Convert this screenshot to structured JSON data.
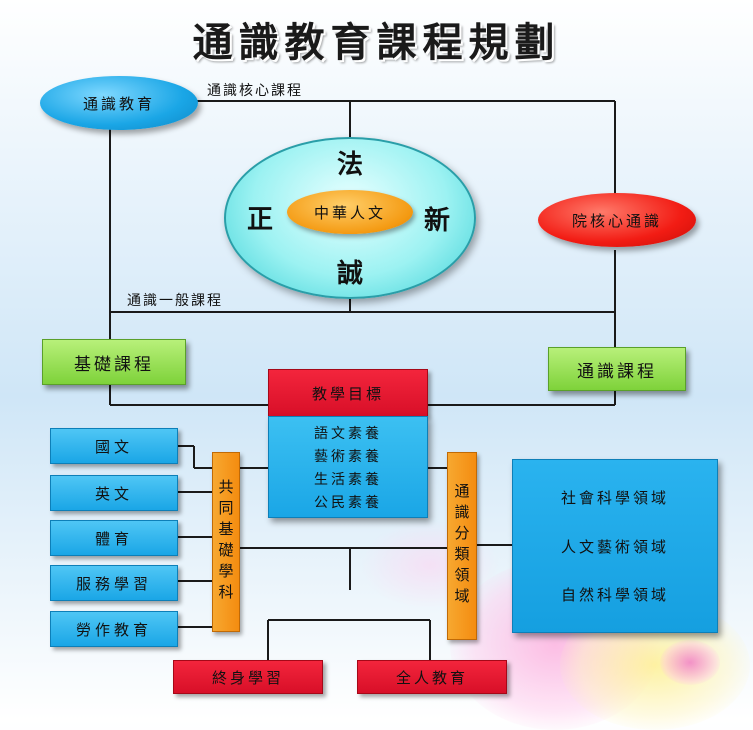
{
  "title": "通識教育課程規劃",
  "labels": {
    "core_courses": "通識核心課程",
    "general_courses": "通識一般課程"
  },
  "general_education": "通識教育",
  "college_core": "院核心通識",
  "circle": {
    "center": "中華人文",
    "top": "法",
    "left": "正",
    "right": "新",
    "bottom": "誠"
  },
  "foundation_course": "基礎課程",
  "ge_course": "通識課程",
  "teaching_goals": {
    "title": "教學目標",
    "items": [
      "語文素養",
      "藝術素養",
      "生活素養",
      "公民素養"
    ]
  },
  "common_subjects": [
    "國文",
    "英文",
    "體育",
    "服務學習",
    "勞作教育"
  ],
  "common_foundation_label": "共同基礎學科",
  "ge_category_label": "通識分類領域",
  "fields": [
    "社會科學領域",
    "人文藝術領域",
    "自然科學領域"
  ],
  "outcomes": {
    "lifelong": "終身學習",
    "holistic": "全人教育"
  },
  "colors": {
    "line": "#1a1a1a",
    "blue": "#1aa6e6",
    "red": "#e8102a",
    "green": "#8bd84a",
    "orange": "#f49a12",
    "cyan": "#9cf2f2"
  }
}
